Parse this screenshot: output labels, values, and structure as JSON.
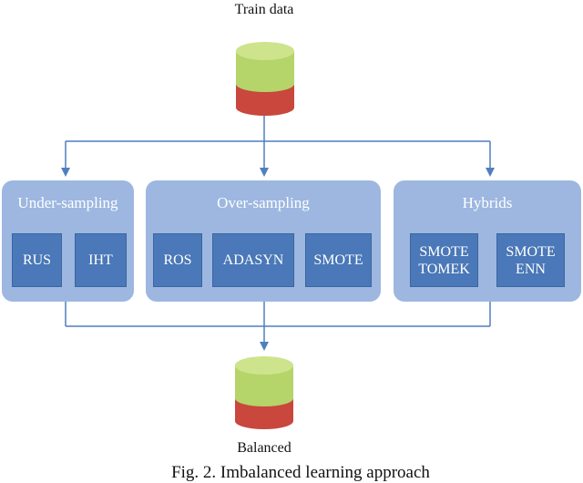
{
  "input": {
    "label": "Train data"
  },
  "output": {
    "label": "Balanced"
  },
  "groups": [
    {
      "title": "Under-sampling",
      "methods": [
        "RUS",
        "IHT"
      ]
    },
    {
      "title": "Over-sampling",
      "methods": [
        "ROS",
        "ADASYN",
        "SMOTE"
      ]
    },
    {
      "title": "Hybrids",
      "methods": [
        "SMOTE\nTOMEK",
        "SMOTE\nENN"
      ]
    }
  ],
  "caption": "Fig. 2. Imbalanced learning approach",
  "colors": {
    "db_top": "#b5d46a",
    "db_bottom": "#c9473d",
    "group_bg": "#9db7e0",
    "method_bg": "#4a78b8",
    "arrow": "#4f7fbf"
  },
  "icons": {
    "database": "database-cylinder-icon"
  }
}
